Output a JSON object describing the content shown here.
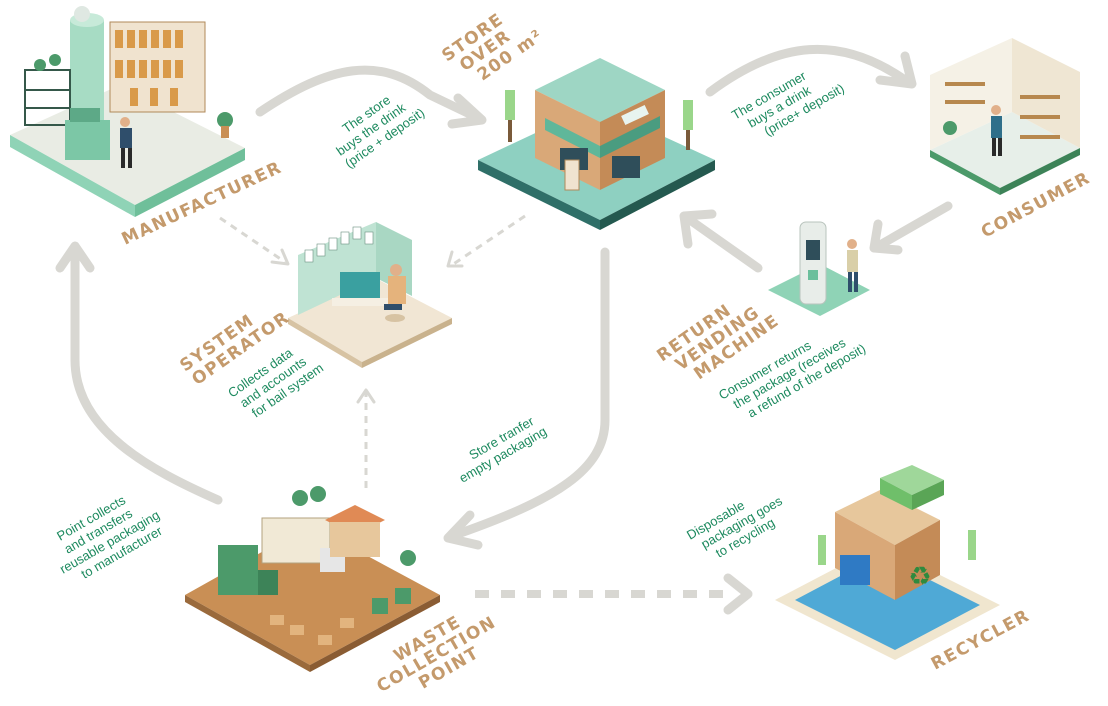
{
  "nodes": {
    "manufacturer": {
      "title": "MANUFACTURER"
    },
    "store": {
      "title_lines": [
        "STORE",
        "OVER",
        "200 m²"
      ]
    },
    "consumer": {
      "title": "CONSUMER"
    },
    "return_vending_machine": {
      "title_lines": [
        "RETURN",
        "VENDING",
        "MACHINE"
      ],
      "desc_lines": [
        "Consumer returns",
        "the package (receives",
        "a refund of the deposit)"
      ]
    },
    "system_operator": {
      "title_lines": [
        "SYSTEM",
        "OPERATOR"
      ],
      "desc_lines": [
        "Collects data",
        "and accounts",
        "for bail system"
      ]
    },
    "waste_collection_point": {
      "title_lines": [
        "WASTE",
        "COLLECTION",
        "POINT"
      ]
    },
    "recycler": {
      "title": "RECYCLER"
    }
  },
  "flows": {
    "manufacturer_to_store": [
      "The store",
      "buys the drink",
      "(price + deposit)"
    ],
    "store_to_consumer": [
      "The consumer",
      "buys a drink",
      "(price+ deposit)"
    ],
    "store_to_waste": [
      "Store tranfer",
      "empty packaging"
    ],
    "waste_to_manufacturer": [
      "Point collects",
      "and transfers",
      "reusable packaging",
      "to manufacturer"
    ],
    "waste_to_recycler": [
      "Disposable",
      "packaging goes",
      "to recycling"
    ]
  },
  "colors": {
    "title": "#c49a6c",
    "description": "#1d8a5f",
    "arrow": "#d8d7d2",
    "mint": "#8fd3b6",
    "green": "#4c9a6a",
    "wood": "#d9a878"
  }
}
